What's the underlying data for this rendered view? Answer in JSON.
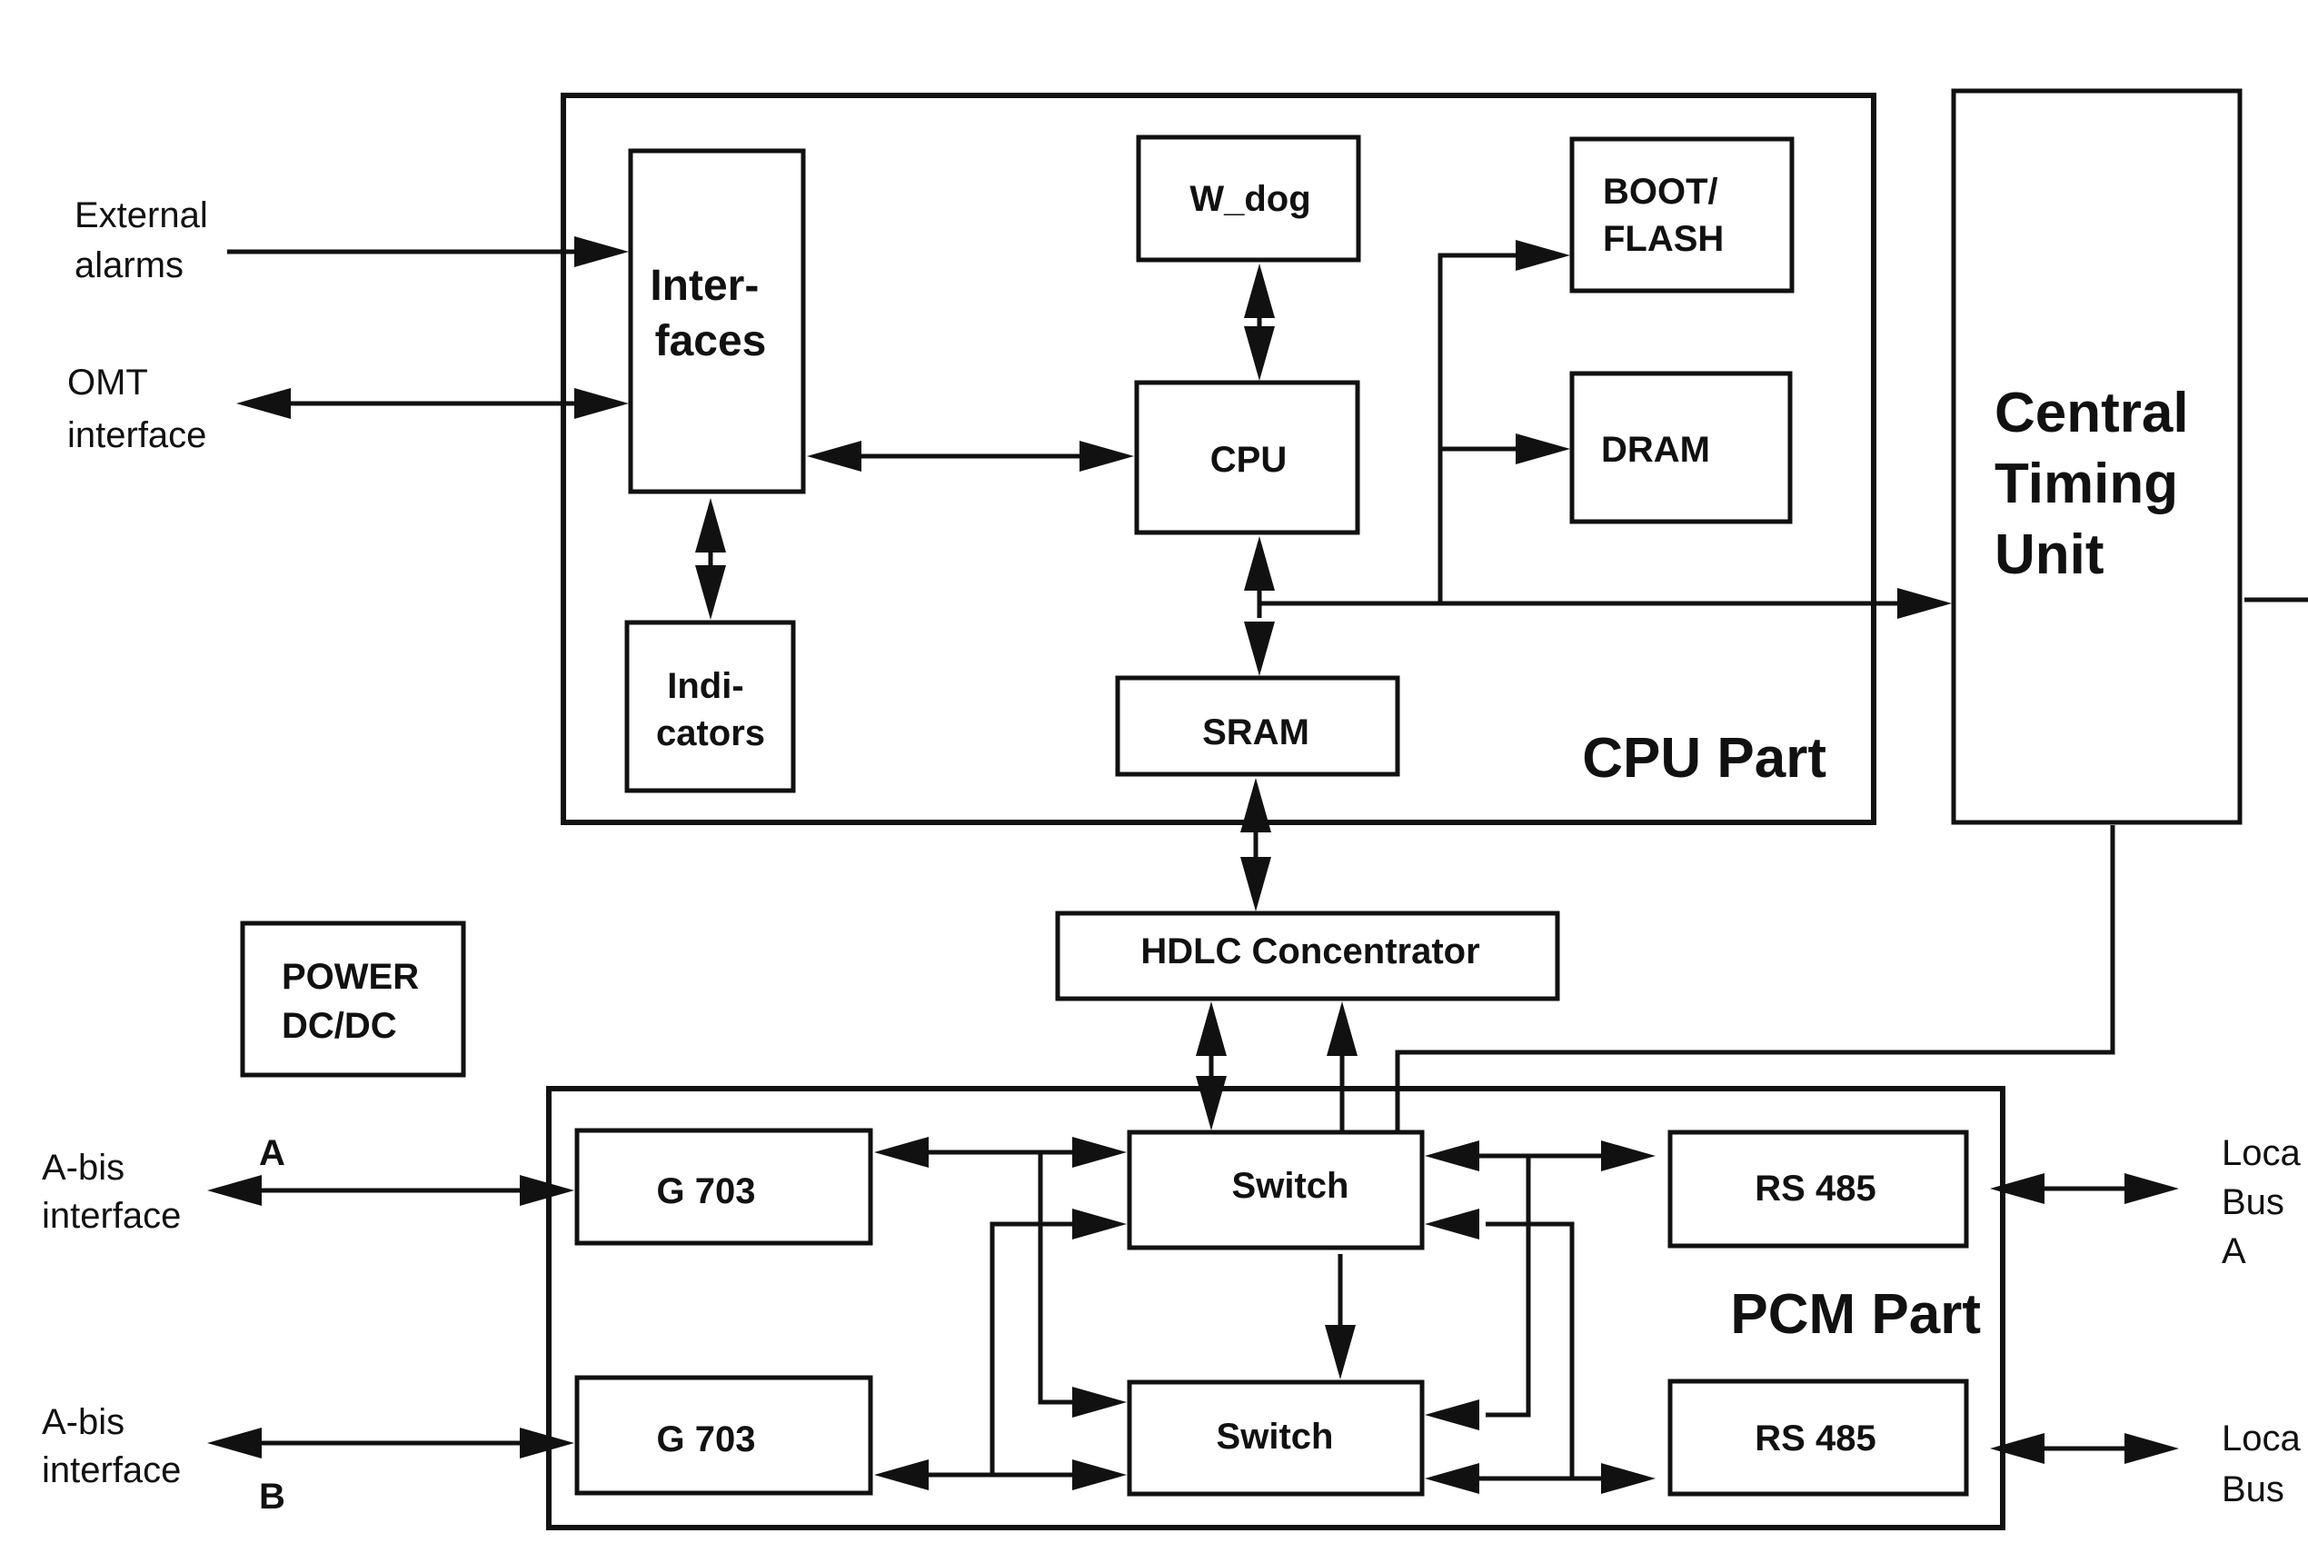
{
  "diagram": {
    "cpu_part": {
      "title": "CPU Part"
    },
    "pcm_part": {
      "title": "PCM Part"
    },
    "blocks": {
      "interfaces": [
        "Inter-",
        "faces"
      ],
      "indicators": [
        "Indi-",
        "cators"
      ],
      "wdog": [
        "W_dog"
      ],
      "cpu": [
        "CPU"
      ],
      "boot_flash": [
        "BOOT/",
        "FLASH"
      ],
      "dram": [
        "DRAM"
      ],
      "sram": [
        "SRAM"
      ],
      "central_timing_unit": [
        "Central",
        "Timing",
        "Unit"
      ],
      "hdlc_concentrator": [
        "HDLC Concentrator"
      ],
      "power": [
        "POWER",
        "DC/DC"
      ],
      "g703_a": [
        "G 703"
      ],
      "g703_b": [
        "G 703"
      ],
      "switch_a": [
        "Switch"
      ],
      "switch_b": [
        "Switch"
      ],
      "rs485_a": [
        "RS 485"
      ],
      "rs485_b": [
        "RS 485"
      ]
    },
    "external": {
      "external_alarms": [
        "External",
        "alarms"
      ],
      "omt_interface": [
        "OMT",
        "interface"
      ],
      "abis_a": [
        "A-bis",
        "interface"
      ],
      "abis_a_letter": "A",
      "abis_b": [
        "A-bis",
        "interface"
      ],
      "abis_b_letter": "B",
      "local_bus_a": [
        "Loca",
        "Bus",
        "A"
      ],
      "local_bus_b": [
        "Loca",
        "Bus"
      ]
    }
  }
}
